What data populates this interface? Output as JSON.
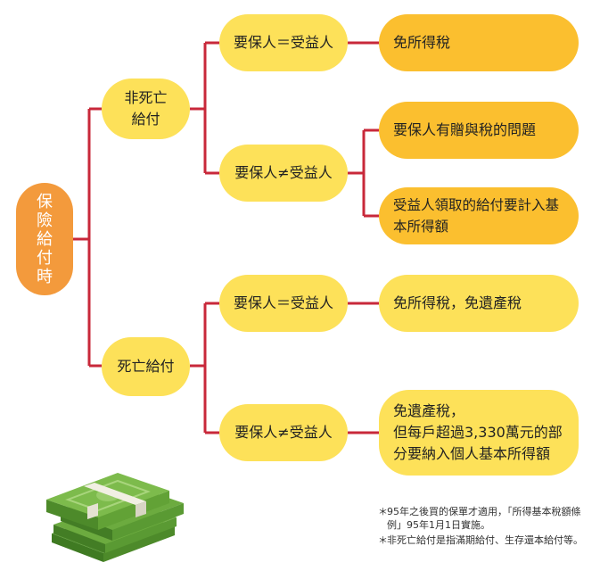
{
  "root": {
    "label": "保險給付時"
  },
  "branches": [
    {
      "label_line1": "非死亡",
      "label_line2": "給付",
      "conditions": [
        {
          "label": "要保人＝受益人",
          "results": [
            "免所得稅"
          ]
        },
        {
          "label": "要保人≠受益人",
          "results": [
            "要保人有贈與稅的問題",
            "受益人領取的給付要計入基本所得額"
          ]
        }
      ]
    },
    {
      "label": "死亡給付",
      "conditions": [
        {
          "label": "要保人＝受益人",
          "results": [
            "免所得稅，免遺產稅"
          ]
        },
        {
          "label": "要保人≠受益人",
          "results": [
            [
              "免遺產稅，",
              "但每戶超過3,330萬元的部",
              "分要納入個人基本所得額"
            ]
          ]
        }
      ]
    }
  ],
  "notes": [
    {
      "star": "＊",
      "text": "95年之後買的保單才適用，「所得基本稅額條例」95年1月1日實施。"
    },
    {
      "star": "＊",
      "text": "非死亡給付是指滿期給付、生存還本給付等。"
    }
  ],
  "colors": {
    "connector": "#c8283a",
    "root": "#f39a3c",
    "level1": "#fde159",
    "level2": "#fde159",
    "result": "#fbbf2f",
    "cash": "#6cab3f"
  },
  "icons": {
    "illustration": "money-stack-icon"
  }
}
